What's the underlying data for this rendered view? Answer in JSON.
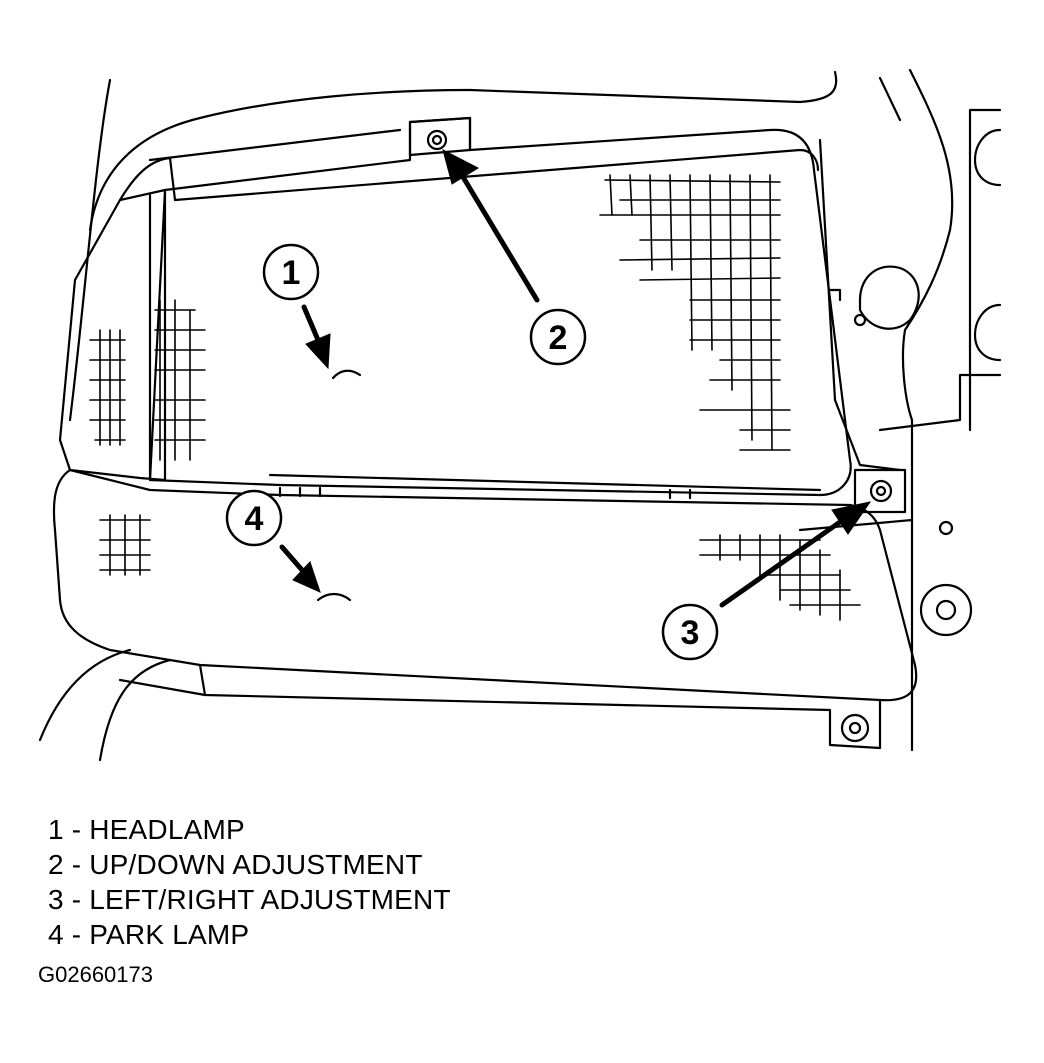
{
  "callouts": [
    {
      "number": "1"
    },
    {
      "number": "2"
    },
    {
      "number": "3"
    },
    {
      "number": "4"
    }
  ],
  "legend": [
    {
      "text": "1 - HEADLAMP"
    },
    {
      "text": "2 - UP/DOWN ADJUSTMENT"
    },
    {
      "text": "3 - LEFT/RIGHT ADJUSTMENT"
    },
    {
      "text": "4 - PARK LAMP"
    }
  ],
  "figure_code": "G02660173",
  "colors": {
    "line": "#000000",
    "background": "#ffffff"
  }
}
